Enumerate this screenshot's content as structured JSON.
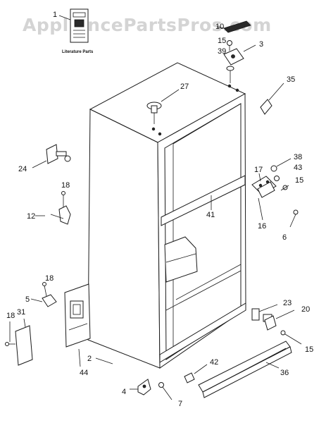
{
  "watermark": "AppliancePartsPros.com",
  "literature_caption": "Literature Parts",
  "callouts": [
    {
      "id": "c1",
      "text": "1"
    },
    {
      "id": "c10",
      "text": "10"
    },
    {
      "id": "c15a",
      "text": "15"
    },
    {
      "id": "c3",
      "text": "3"
    },
    {
      "id": "c39",
      "text": "39"
    },
    {
      "id": "c35",
      "text": "35"
    },
    {
      "id": "c27",
      "text": "27"
    },
    {
      "id": "c17",
      "text": "17"
    },
    {
      "id": "c38",
      "text": "38"
    },
    {
      "id": "c43",
      "text": "43"
    },
    {
      "id": "c15b",
      "text": "15"
    },
    {
      "id": "c16",
      "text": "16"
    },
    {
      "id": "c6",
      "text": "6"
    },
    {
      "id": "c41",
      "text": "41"
    },
    {
      "id": "c24",
      "text": "24"
    },
    {
      "id": "c18a",
      "text": "18"
    },
    {
      "id": "c12",
      "text": "12"
    },
    {
      "id": "c18b",
      "text": "18"
    },
    {
      "id": "c5",
      "text": "5"
    },
    {
      "id": "c31",
      "text": "31"
    },
    {
      "id": "c18c",
      "text": "18"
    },
    {
      "id": "c2",
      "text": "2"
    },
    {
      "id": "c44",
      "text": "44"
    },
    {
      "id": "c23",
      "text": "23"
    },
    {
      "id": "c20",
      "text": "20"
    },
    {
      "id": "c15c",
      "text": "15"
    },
    {
      "id": "c42",
      "text": "42"
    },
    {
      "id": "c36",
      "text": "36"
    },
    {
      "id": "c4",
      "text": "4"
    },
    {
      "id": "c7",
      "text": "7"
    }
  ]
}
